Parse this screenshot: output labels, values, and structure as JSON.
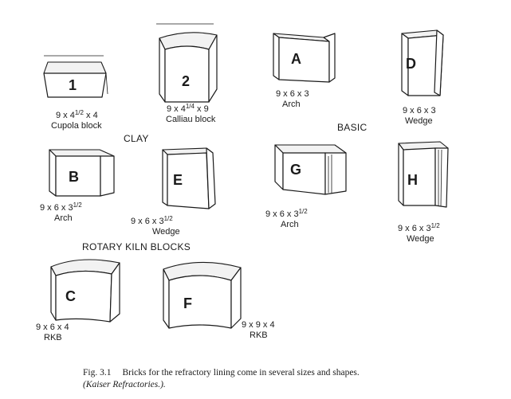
{
  "sections": {
    "clay": "CLAY",
    "basic": "BASIC",
    "rotary": "ROTARY KILN BLOCKS"
  },
  "bricks": {
    "b1": {
      "letter": "1",
      "size": "9 x 4",
      "size_sup": "1/2",
      "size_end": " x 4",
      "name": "Cupola block"
    },
    "b2": {
      "letter": "2",
      "size": "9 x 4",
      "size_sup": "1/4",
      "size_end": " x 9",
      "name": "Calliau block"
    },
    "A": {
      "letter": "A",
      "size": "9 x 6 x 3",
      "name": "Arch"
    },
    "D": {
      "letter": "D",
      "size": "9 x 6 x 3",
      "name": "Wedge"
    },
    "B": {
      "letter": "B",
      "size": "9 x 6 x 3",
      "size_sup": "1/2",
      "name": "Arch"
    },
    "E": {
      "letter": "E",
      "size": "9 x 6 x 3",
      "size_sup": "1/2",
      "name": "Wedge"
    },
    "G": {
      "letter": "G",
      "size": "9 x 6 x 3",
      "size_sup": "1/2",
      "name": "Arch"
    },
    "H": {
      "letter": "H",
      "size": "9 x 6 x 3",
      "size_sup": "1/2",
      "name": "Wedge"
    },
    "C": {
      "letter": "C",
      "size": "9 x 6 x 4",
      "name": "RKB"
    },
    "F": {
      "letter": "F",
      "size": "9 x 9 x 4",
      "name": "RKB"
    }
  },
  "caption": {
    "fig": "Fig. 3.1",
    "text": "Bricks for the refractory lining come in several sizes and shapes.",
    "source": "(Kaiser Refractories.)."
  }
}
